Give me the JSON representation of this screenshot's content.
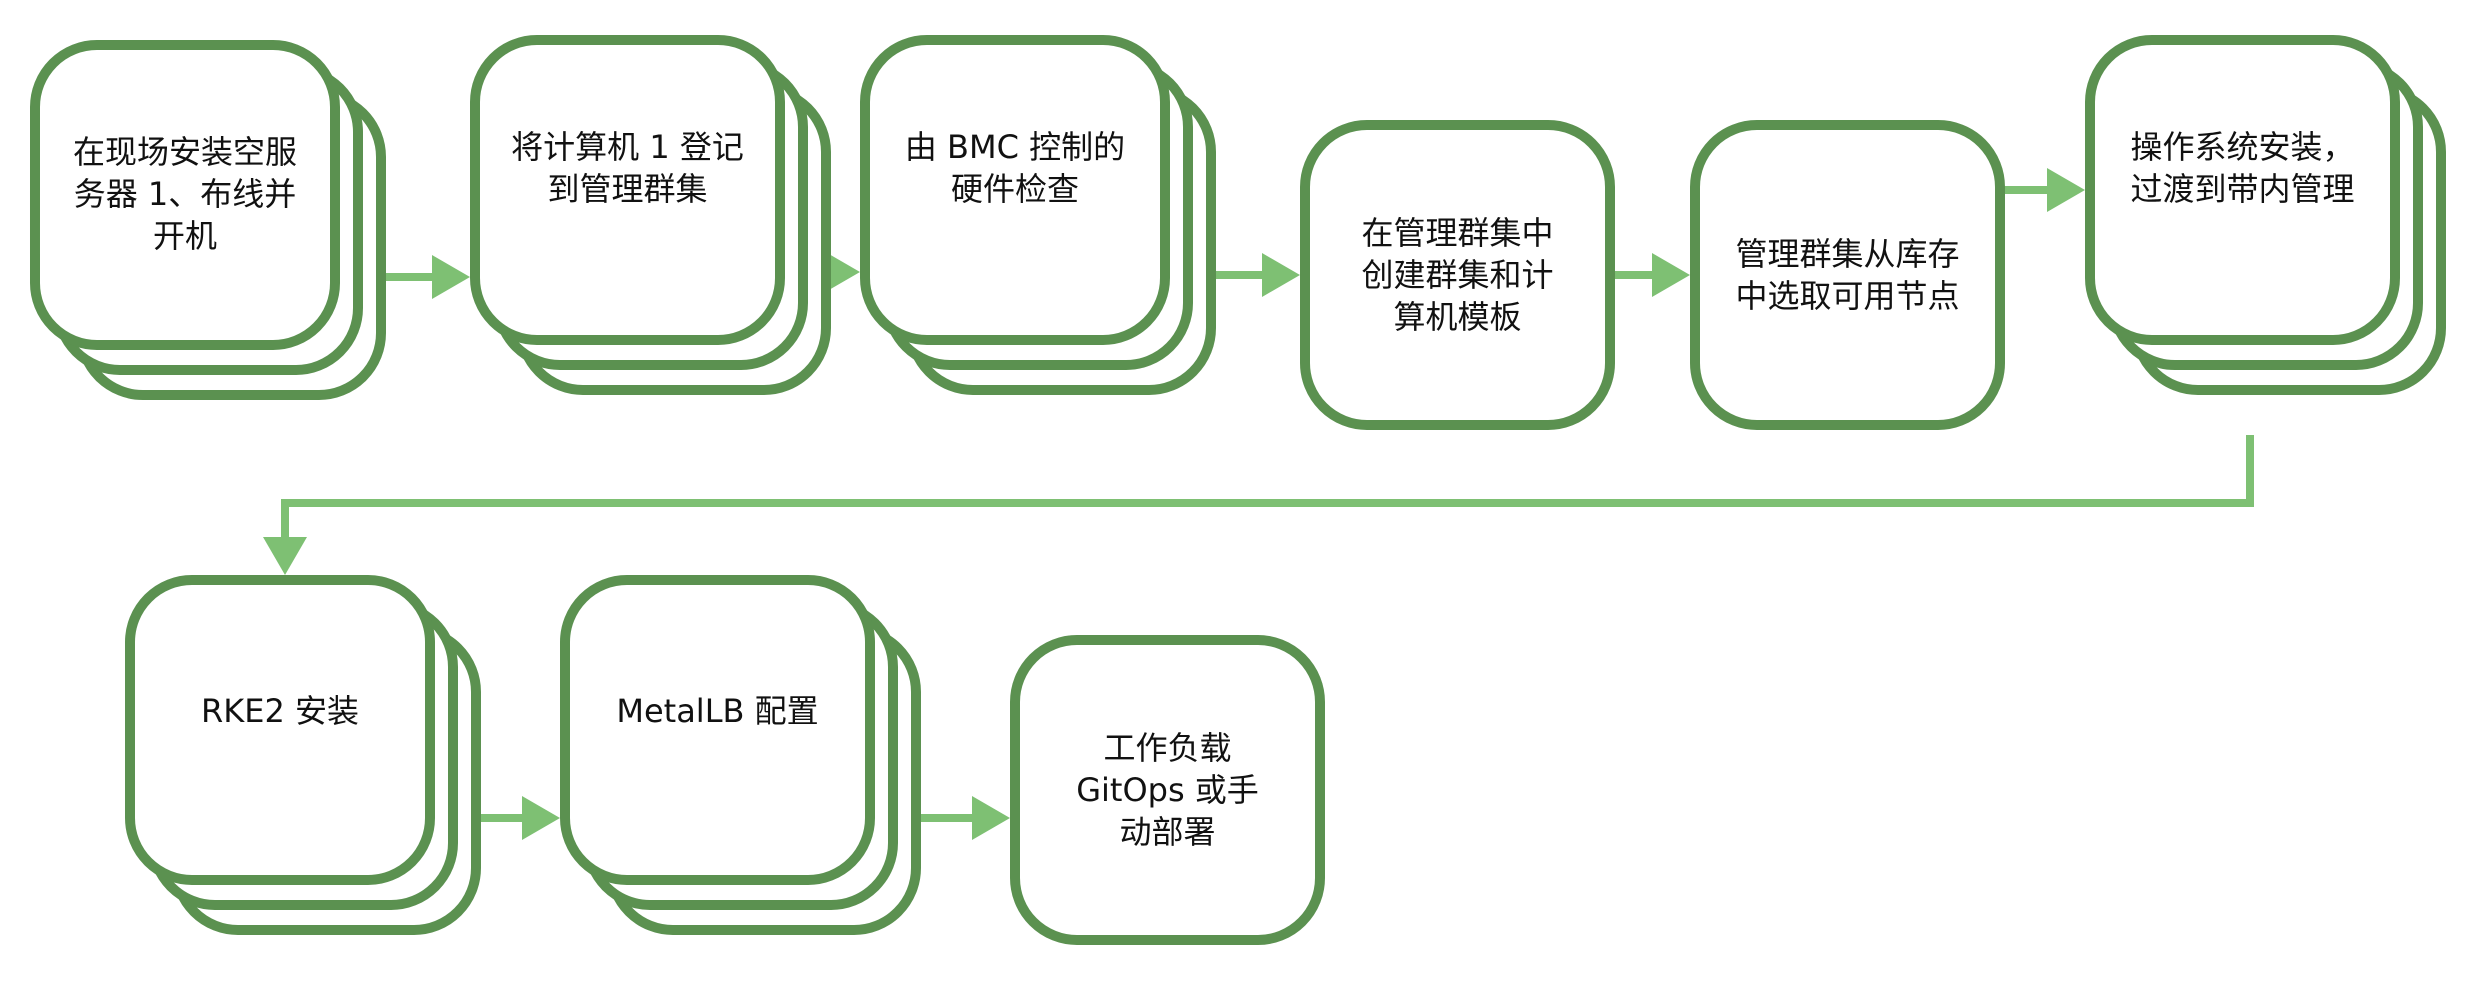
{
  "steps": [
    {
      "id": "s1",
      "lines": [
        "在现场安装空服",
        "务器 1、布线并",
        "开机"
      ],
      "stacked": true
    },
    {
      "id": "s2",
      "lines": [
        "将计算机 1 登记",
        "到管理群集"
      ],
      "stacked": true
    },
    {
      "id": "s3",
      "lines": [
        "由 BMC 控制的",
        "硬件检查"
      ],
      "stacked": true
    },
    {
      "id": "s4",
      "lines": [
        "在管理群集中",
        "创建群集和计",
        "算机模板"
      ],
      "stacked": false
    },
    {
      "id": "s5",
      "lines": [
        "管理群集从库存",
        "中选取可用节点"
      ],
      "stacked": false
    },
    {
      "id": "s6",
      "lines": [
        "操作系统安装，",
        "过渡到带内管理"
      ],
      "stacked": true
    },
    {
      "id": "s7",
      "lines": [
        "RKE2 安装"
      ],
      "stacked": true
    },
    {
      "id": "s8",
      "lines": [
        "MetalLB 配置"
      ],
      "stacked": true
    },
    {
      "id": "s9",
      "lines": [
        "工作负载",
        "GitOps 或手",
        "动部署"
      ],
      "stacked": false
    }
  ],
  "connections": [
    {
      "from": "s1",
      "to": "s2"
    },
    {
      "from": "s2",
      "to": "s3"
    },
    {
      "from": "s3",
      "to": "s4"
    },
    {
      "from": "s4",
      "to": "s5"
    },
    {
      "from": "s5",
      "to": "s6"
    },
    {
      "from": "s6",
      "to": "s7"
    },
    {
      "from": "s7",
      "to": "s8"
    },
    {
      "from": "s8",
      "to": "s9"
    }
  ],
  "colors": {
    "box_border": "#5b9150",
    "box_fill": "#ffffff",
    "connector": "#7ec073",
    "text": "#111111"
  }
}
